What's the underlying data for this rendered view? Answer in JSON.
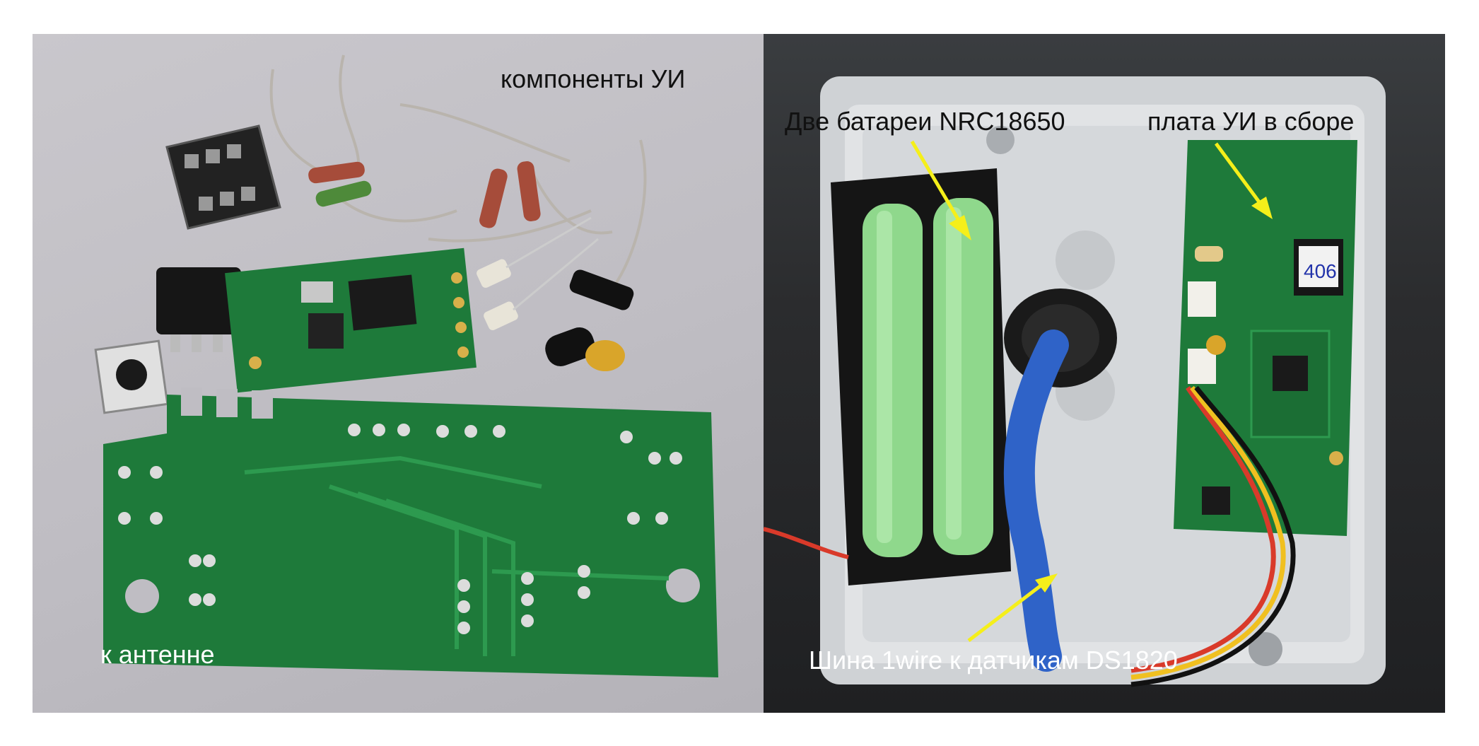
{
  "labels": {
    "components": "компоненты УИ",
    "antenna": "к антенне",
    "batteries": "Две батареи NRC18650",
    "board": "плата УИ в сборе",
    "bus": "Шина 1wire к датчикам  DS1820",
    "chip_marking": "406"
  },
  "colors": {
    "pcb_green": "#1e7a3a",
    "battery_green": "#8fd88c",
    "arrow_yellow": "#f5ef1a",
    "cable_blue": "#2f63c8",
    "enclosure_grey": "#d9dcdf"
  }
}
